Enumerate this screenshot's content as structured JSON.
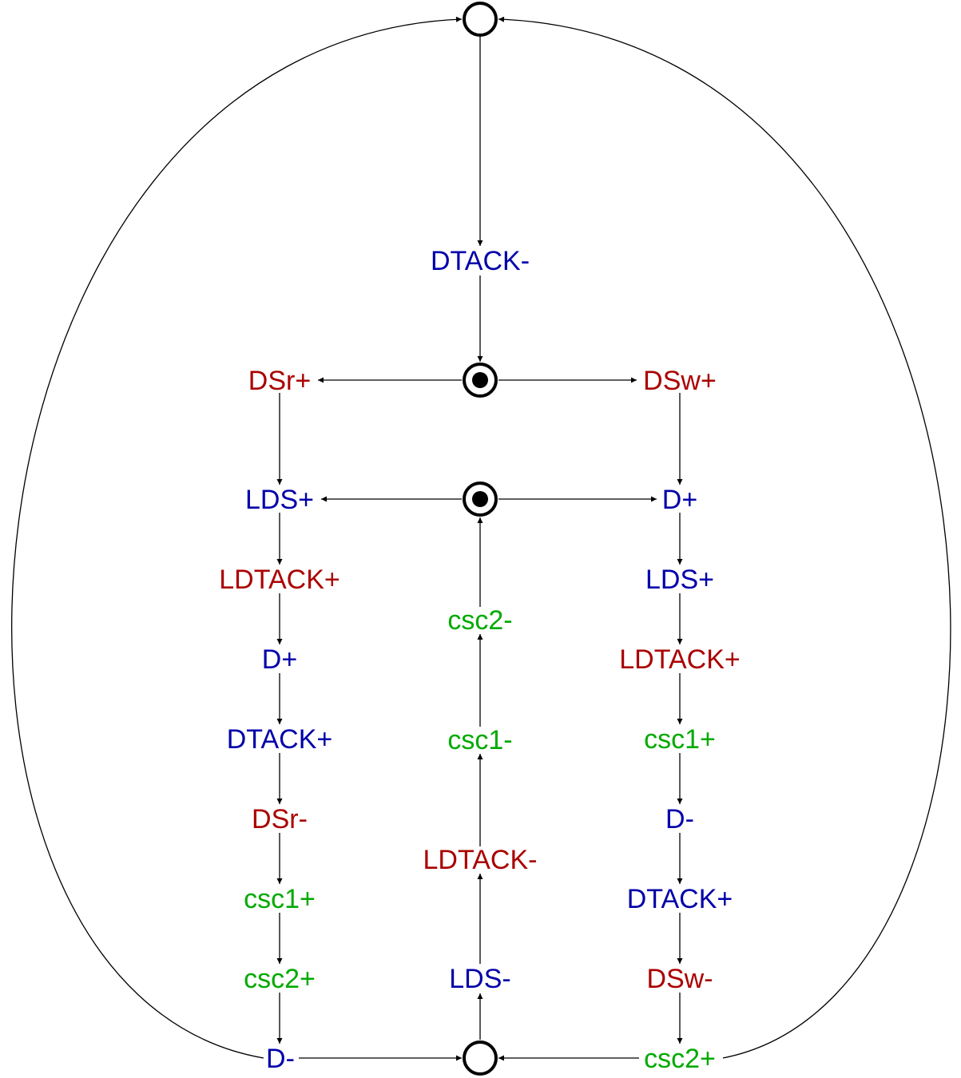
{
  "colors": {
    "input": "#aa0000",
    "output": "#0000aa",
    "internal": "#00aa00",
    "edge": "#000000"
  },
  "transitions": {
    "dtack_minus": "DTACK-",
    "dsr_plus": "DSr+",
    "dsw_plus": "DSw+",
    "left": {
      "lds_plus": "LDS+",
      "ldtack_plus": "LDTACK+",
      "d_plus": "D+",
      "dtack_plus": "DTACK+",
      "dsr_minus": "DSr-",
      "csc1_plus": "csc1+",
      "csc2_plus": "csc2+",
      "d_minus": "D-"
    },
    "middle": {
      "csc2_minus": "csc2-",
      "csc1_minus": "csc1-",
      "ldtack_minus": "LDTACK-",
      "lds_minus": "LDS-"
    },
    "right": {
      "d_plus": "D+",
      "lds_plus": "LDS+",
      "ldtack_plus": "LDTACK+",
      "csc1_plus": "csc1+",
      "d_minus": "D-",
      "dtack_plus": "DTACK+",
      "dsw_minus": "DSw-",
      "csc2_plus": "csc2+"
    }
  },
  "places": {
    "top": "empty",
    "choice_1": "marked",
    "choice_2": "marked",
    "bottom": "empty"
  }
}
